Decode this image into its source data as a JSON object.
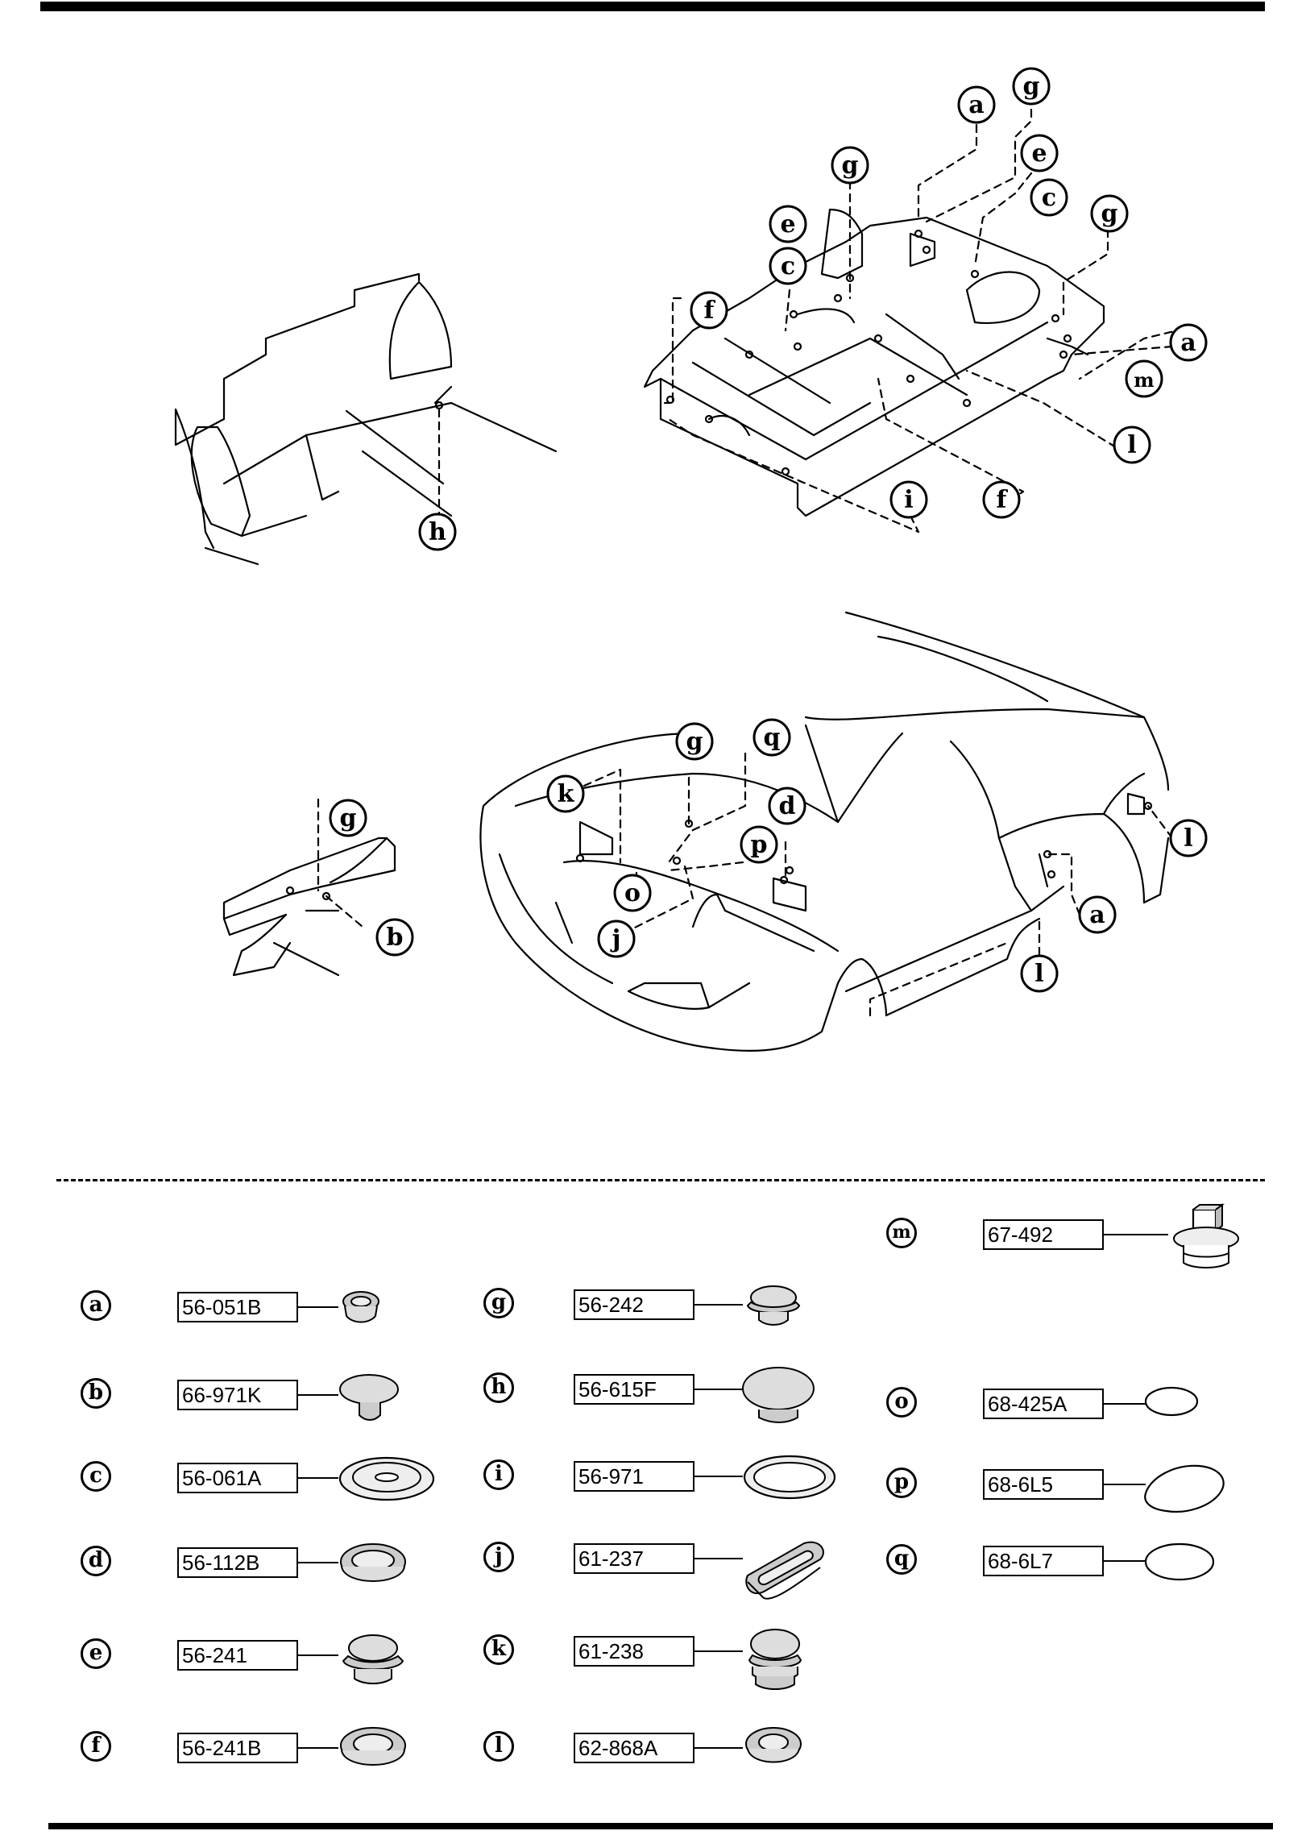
{
  "diagram": {
    "callouts": {
      "a": "a",
      "b": "b",
      "c": "c",
      "d": "d",
      "e": "e",
      "f": "f",
      "g": "g",
      "h": "h",
      "i": "i",
      "j": "j",
      "k": "k",
      "l": "l",
      "m": "m",
      "o": "o",
      "p": "p",
      "q": "q"
    }
  },
  "legend": {
    "items": [
      {
        "letter": "a",
        "code": "56-051B",
        "icon": "small-grommet-icon"
      },
      {
        "letter": "b",
        "code": "66-971K",
        "icon": "mushroom-plug-icon"
      },
      {
        "letter": "c",
        "code": "56-061A",
        "icon": "flat-washer-plug-icon"
      },
      {
        "letter": "d",
        "code": "56-112B",
        "icon": "oval-grommet-icon"
      },
      {
        "letter": "e",
        "code": "56-241",
        "icon": "dome-plug-icon"
      },
      {
        "letter": "f",
        "code": "56-241B",
        "icon": "ring-grommet-icon"
      },
      {
        "letter": "g",
        "code": "56-242",
        "icon": "dome-plug-icon"
      },
      {
        "letter": "h",
        "code": "56-615F",
        "icon": "large-dome-plug-icon"
      },
      {
        "letter": "i",
        "code": "56-971",
        "icon": "ring-icon"
      },
      {
        "letter": "j",
        "code": "61-237",
        "icon": "slotted-grommet-icon"
      },
      {
        "letter": "k",
        "code": "61-238",
        "icon": "stacked-plug-icon"
      },
      {
        "letter": "l",
        "code": "62-868A",
        "icon": "ring-grommet-icon"
      },
      {
        "letter": "m",
        "code": "67-492",
        "icon": "square-head-plug-icon"
      },
      {
        "letter": "o",
        "code": "68-425A",
        "icon": "small-oval-seal-icon"
      },
      {
        "letter": "p",
        "code": "68-6L5",
        "icon": "large-oval-seal-icon"
      },
      {
        "letter": "q",
        "code": "68-6L7",
        "icon": "oval-seal-icon"
      }
    ]
  }
}
